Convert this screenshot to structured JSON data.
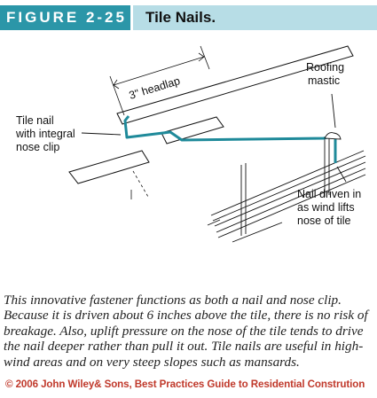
{
  "header": {
    "figure_label": "FIGURE 2-25",
    "title": "Tile Nails."
  },
  "diagram": {
    "headlap_label": "3\" headlap",
    "tile_nail_label": [
      "Tile nail",
      "with integral",
      "nose clip"
    ],
    "mastic_label": [
      "Roofing",
      "mastic"
    ],
    "nail_driven_label": [
      "Nail driven in",
      "as wind lifts",
      "nose of tile"
    ],
    "colors": {
      "nail": "#1f8a9a",
      "lines": "#111111",
      "accent": "#2b96a8"
    }
  },
  "caption": "This innovative fastener functions as both a nail and nose clip. Because it is driven about 6 inches above the tile, there is no risk of breakage. Also, uplift pressure on the nose of the tile tends to drive the nail deeper rather than pull it out. Tile nails are useful in high-wind areas and on very steep slopes such as mansards.",
  "copyright": "© 2006 John Wiley& Sons, Best Practices Guide to Residential Constrution"
}
